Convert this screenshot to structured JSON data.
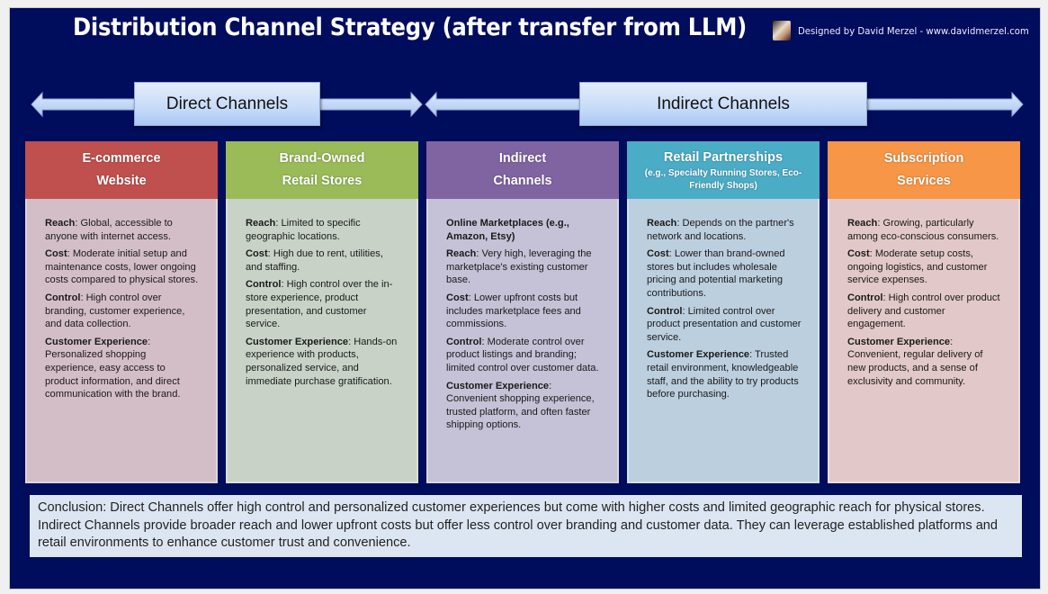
{
  "header": {
    "title": "Distribution Channel Strategy (after transfer from LLM)",
    "credit": "Designed by David Merzel - www.davidmerzel.com"
  },
  "bands": {
    "direct": "Direct Channels",
    "indirect": "Indirect Channels"
  },
  "cards": [
    {
      "title_line1": "E-commerce",
      "title_line2": "Website",
      "color": "#c0504d",
      "body_color": "#d3bec7",
      "items": [
        {
          "label": "Reach",
          "text": ": Global, accessible to anyone with internet access."
        },
        {
          "label": "Cost",
          "text": ": Moderate initial setup and maintenance costs, lower ongoing costs compared to physical stores."
        },
        {
          "label": "Control",
          "text": ": High control over branding, customer experience, and data collection."
        },
        {
          "label": "Customer Experience",
          "text": ": Personalized shopping experience, easy access to product information, and direct communication with the brand."
        }
      ]
    },
    {
      "title_line1": "Brand-Owned",
      "title_line2": "Retail Stores",
      "color": "#9bbb59",
      "body_color": "#c8d2c7",
      "items": [
        {
          "label": "Reach",
          "text": ": Limited to specific geographic locations."
        },
        {
          "label": "Cost",
          "text": ": High due to rent, utilities, and staffing."
        },
        {
          "label": "Control",
          "text": ": High control over the in-store experience, product presentation, and customer service."
        },
        {
          "label": "Customer Experience",
          "text": ": Hands-on experience with products, personalized service, and immediate purchase gratification."
        }
      ]
    },
    {
      "title_line1": "Indirect",
      "title_line2": "Channels",
      "color": "#8064a2",
      "body_color": "#c5c1d6",
      "intro": "Online Marketplaces (e.g., Amazon, Etsy)",
      "items": [
        {
          "label": "Reach",
          "text": ": Very high, leveraging the marketplace's existing customer base."
        },
        {
          "label": "Cost",
          "text": ": Lower upfront costs but includes marketplace fees and commissions."
        },
        {
          "label": "Control",
          "text": ": Moderate control over product listings and branding; limited control over customer data."
        },
        {
          "label": "Customer Experience",
          "text": ": Convenient shopping experience, trusted platform, and often faster shipping options."
        }
      ]
    },
    {
      "title_line1": "Retail Partnerships",
      "subtitle": "(e.g., Specialty Running Stores, Eco-Friendly Shops)",
      "color": "#4bacc6",
      "body_color": "#bccfdf",
      "items": [
        {
          "label": "Reach",
          "text": ": Depends on the partner's network and locations."
        },
        {
          "label": "Cost",
          "text": ": Lower than brand-owned stores but includes wholesale pricing and potential marketing contributions."
        },
        {
          "label": "Control",
          "text": ": Limited control over product presentation and customer service."
        },
        {
          "label": "Customer Experience",
          "text": ": Trusted retail environment, knowledgeable staff, and the ability to try products before purchasing."
        }
      ]
    },
    {
      "title_line1": "Subscription",
      "title_line2": "Services",
      "color": "#f79646",
      "body_color": "#e2c8c8",
      "items": [
        {
          "label": "Reach",
          "text": ": Growing, particularly among eco-conscious consumers."
        },
        {
          "label": "Cost",
          "text": ": Moderate setup costs, ongoing logistics, and customer service expenses."
        },
        {
          "label": "Control",
          "text": ": High control over product delivery and customer engagement."
        },
        {
          "label": "Customer Experience",
          "text": ": Convenient, regular delivery of new products, and a sense of exclusivity and community."
        }
      ]
    }
  ],
  "conclusion": "Conclusion: Direct Channels offer high control and personalized customer experiences but come with higher costs and limited geographic reach for physical stores. Indirect Channels provide broader reach and lower upfront costs but offer less control over branding and customer data. They can leverage established platforms and retail environments to enhance customer trust and convenience."
}
